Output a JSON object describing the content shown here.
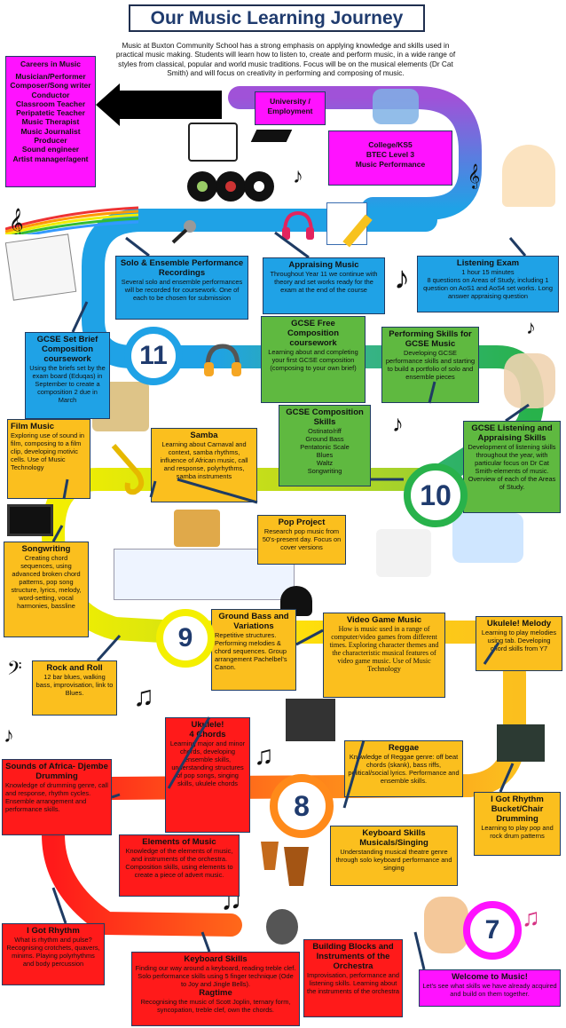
{
  "title": "Our Music Learning Journey",
  "intro": "Music at Buxton Community School has a strong emphasis on applying knowledge and skills used in practical music making.  Students will learn how to listen to, create and perform music, in a wide range of styles from classical, popular and world music traditions. Focus will be on the musical elements (Dr Cat Smith) and will focus on creativity in performing and composing of music.",
  "careers": {
    "title": "Careers in Music",
    "items": [
      "Musician/Performer",
      "Composer/Song writer",
      "Conductor",
      "Classroom Teacher",
      "Peripatetic Teacher",
      "Music Therapist",
      "Music Journalist",
      "Producer",
      "Sound engineer",
      "Artist manager/agent"
    ]
  },
  "university": "University / Employment",
  "college": "College/KS5\nBTEC Level 3\nMusic Performance",
  "years": [
    "11",
    "10",
    "9",
    "8",
    "7"
  ],
  "boxes": {
    "solo": {
      "t": "Solo & Ensemble Performance Recordings",
      "d": "Several solo and ensemble performances will be recorded for coursework. One of each to be chosen for submission"
    },
    "appraising": {
      "t": "Appraising Music",
      "d": "Throughout Year 11 we continue with theory and set works ready for the exam at the end of the course"
    },
    "listening_exam": {
      "t": "Listening Exam",
      "d": "1 hour 15 minutes\n8 questions on Areas of Study, including 1 question on AoS1 and AoS4 set works. Long answer appraising question"
    },
    "set_brief": {
      "t": "GCSE Set Brief Composition coursework",
      "d": "Using the briefs set by the exam board (Eduqas) in September to create a composition 2 due in March"
    },
    "free_comp": {
      "t": "GCSE Free Composition coursework",
      "d": "Learning about and completing your first GCSE composition (composing to your own brief)"
    },
    "performing": {
      "t": "Performing Skills for GCSE Music",
      "d": "Developing GCSE performance skills and starting to build a portfolio of solo and ensemble pieces"
    },
    "comp_skills": {
      "t": "GCSE Composition Skills",
      "d": "Ostinato/riff\nGround Bass\nPentatonic Scale\nBlues\nWaltz\nSongwriting"
    },
    "gcse_listening": {
      "t": "GCSE Listening and Appraising Skills",
      "d": "Development of listening skills throughout the year, with particular focus on Dr Cat Smith-elements of music. Overview of each of the Areas of Study."
    },
    "film": {
      "t": "Film Music",
      "d": "Exploring use of sound in film, composing to a film clip, developing motivic cells. Use of Music Technology"
    },
    "samba": {
      "t": "Samba",
      "d": "Learning about Carnaval and context, samba rhythms, influence of African music, call and response, polyrhythms, samba instruments"
    },
    "pop": {
      "t": "Pop Project",
      "d": "Research pop music from 50's-present day. Focus on cover versions"
    },
    "songwriting": {
      "t": "Songwriting",
      "d": "Creating chord sequences, using advanced broken chord patterns, pop song structure, lyrics, melody, word-setting, vocal harmonies, bassline"
    },
    "ground_bass": {
      "t": "Ground Bass and Variations",
      "d": "Repetitive structures. Performing melodies & chord sequences. Group arrangement Pachelbel's Canon."
    },
    "video_game": {
      "t": "Video Game Music",
      "d": "How is music used in a range of computer/video games from different times. Exploring  character themes and the characteristic musical features of video game music. Use of Music Technology"
    },
    "ukulele_melody": {
      "t": "Ukulele! Melody",
      "d": "Learning to play melodies using tab. Developing chord skills from Y7"
    },
    "rock": {
      "t": "Rock and Roll",
      "d": "12 bar blues, walking bass, improvisation, link to Blues."
    },
    "ukulele_chords": {
      "t": "Ukulele!\n4 Chords",
      "d": "Learning major and minor chords, developing ensemble skills, understanding structures of pop songs, singing skills, ukulele chords"
    },
    "reggae": {
      "t": "Reggae",
      "d": "Knowledge of Reggae genre: off beat chords (skank), bass riffs, political/social lyrics. Performance and ensemble skills."
    },
    "africa": {
      "t": "Sounds of Africa- Djembe Drumming",
      "d": "Knowledge  of drumming genre,  call and response, rhythm  cycles. Ensemble  arrangement  and performance skills."
    },
    "keyboard_musicals": {
      "t": "Keyboard Skills Musicals/Singing",
      "d": "Understanding musical theatre genre through solo keyboard performance and singing"
    },
    "bucket": {
      "t": "I Got Rhythm Bucket/Chair Drumming",
      "d": "Learning to play pop and rock drum patterns"
    },
    "elements": {
      "t": "Elements of Music",
      "d": "Knowledge  of  the  elements  of music, and instruments  of  the orchestra. Composition skills, using elements to create a piece of advert music."
    },
    "rhythm": {
      "t": "I Got Rhythm",
      "d": "What is rhythm  and  pulse? Recognising crotchets, quavers, minims. Playing polyrhythms  and body percussion"
    },
    "keyboard": {
      "t": "Keyboard Skills",
      "d": "Finding  our way around  a keyboard,  reading treble clef. Solo performance skills using 5 finger technique (Ode to Joy and Jingle Bells).",
      "t2": "Ragtime",
      "d2": "Recognising the music of Scott Joplin, ternary form, syncopation, treble clef, own the chords."
    },
    "building": {
      "t": "Building Blocks and Instruments of the Orchestra",
      "d": "Improvisation, performance and listening skills. Learning about the instruments  of the orchestra"
    },
    "welcome": {
      "t": "Welcome to Music!",
      "d": "Let's see what skills we have already acquired and build on them together."
    }
  },
  "colors": {
    "blue": "#1fa2e6",
    "green": "#5fb940",
    "yellow": "#fbbf1e",
    "red": "#ff1a1a",
    "magenta": "#ff12ff",
    "navy": "#1f3b6e"
  }
}
